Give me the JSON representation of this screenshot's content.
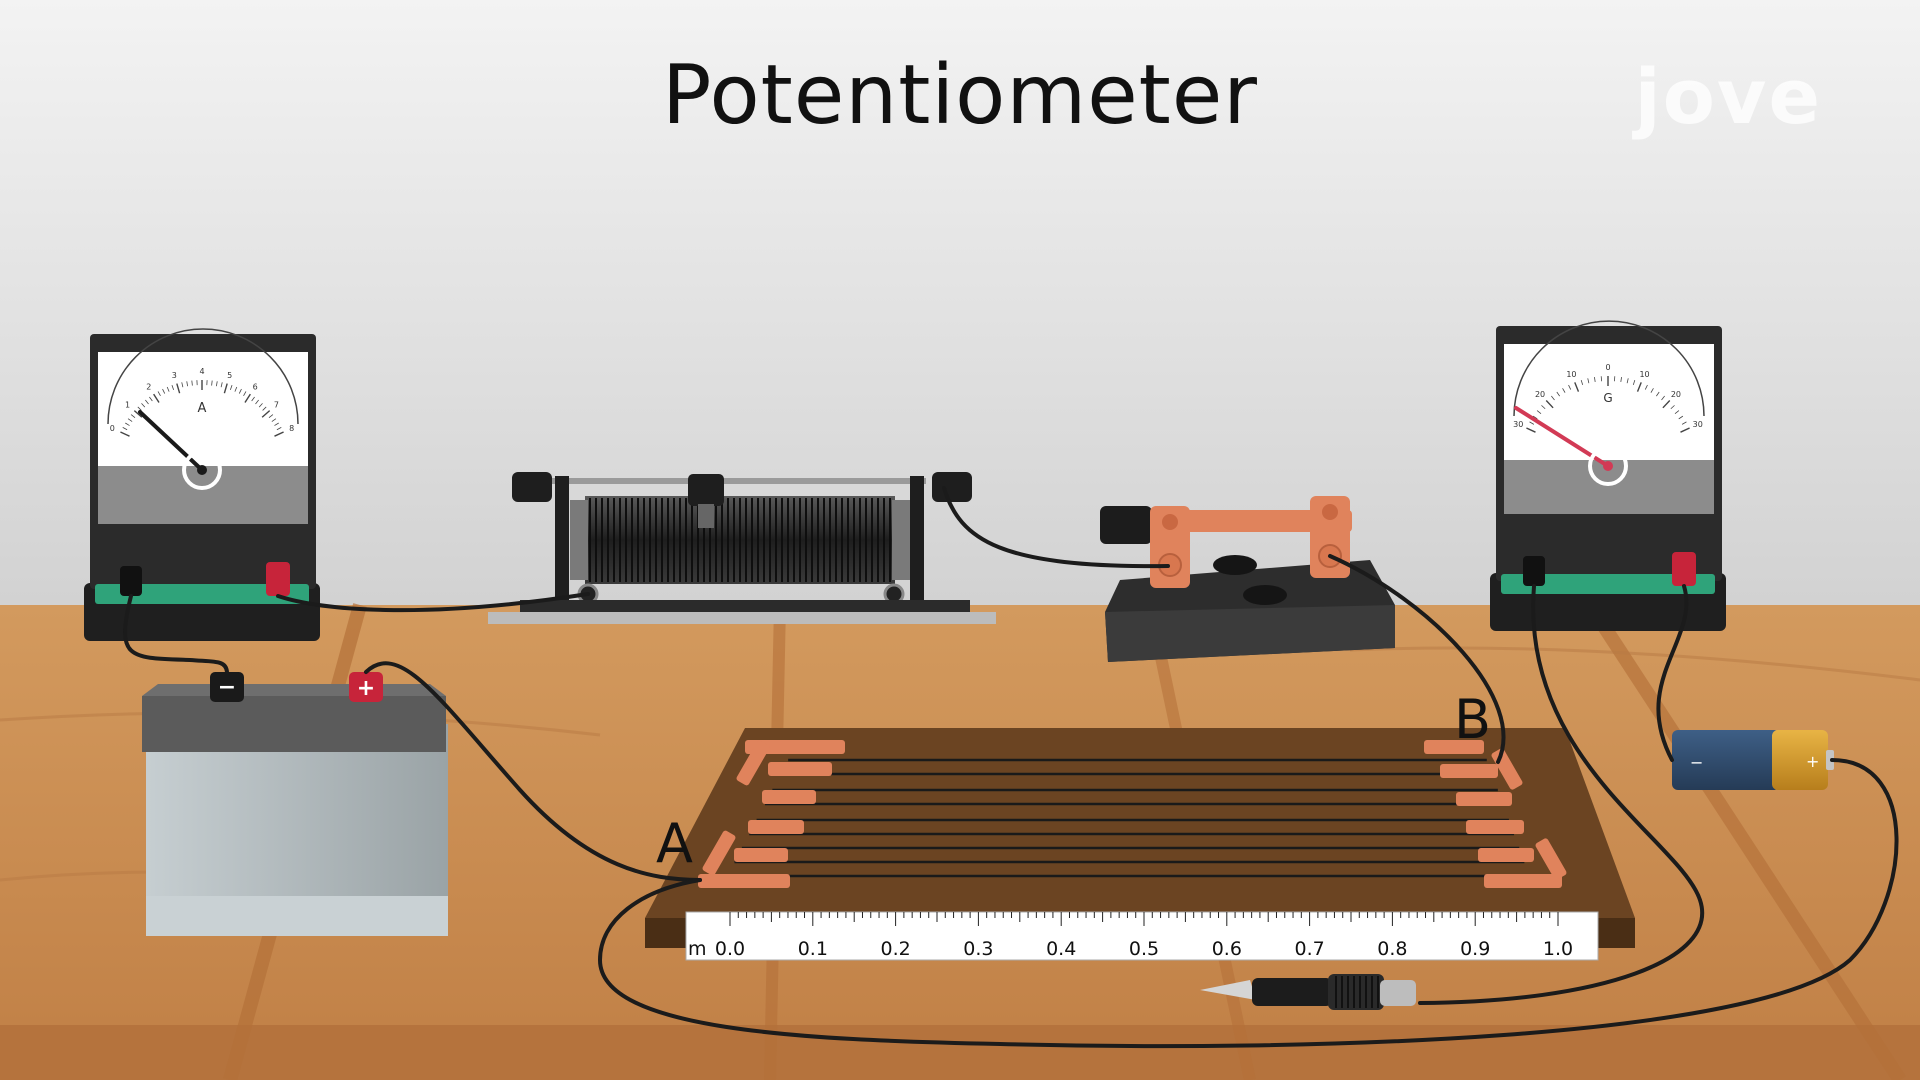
{
  "title": "Potentiometer",
  "brand": "jove",
  "labels": {
    "point_a": "A",
    "point_b": "B"
  },
  "ammeter": {
    "face_letter": "A",
    "scale": [
      "0",
      "1",
      "2",
      "3",
      "4",
      "5",
      "6",
      "7",
      "8"
    ]
  },
  "galvanometer": {
    "face_letter": "G",
    "scale": [
      "30",
      "20",
      "10",
      "0",
      "10",
      "20",
      "30"
    ]
  },
  "battery": {
    "negative": "−",
    "positive": "+"
  },
  "cell": {
    "negative": "−",
    "positive": "+"
  },
  "meter_stick": {
    "unit": "m",
    "ticks": [
      "0.0",
      "0.1",
      "0.2",
      "0.3",
      "0.4",
      "0.5",
      "0.6",
      "0.7",
      "0.8",
      "0.9",
      "1.0"
    ]
  },
  "colors": {
    "wall": "#e6e6e6",
    "table": "#c9894f",
    "board": "#6b4422",
    "copper": "#e0835c",
    "meter_body": "#2b2b2b",
    "meter_strip": "#2fa37a",
    "needle_ammeter": "#1a1a1a",
    "needle_galvanometer": "#d23a55",
    "battery_body": "#aeb6b9",
    "cell_blue": "#2f4a6b",
    "cell_gold": "#d19a2e"
  }
}
